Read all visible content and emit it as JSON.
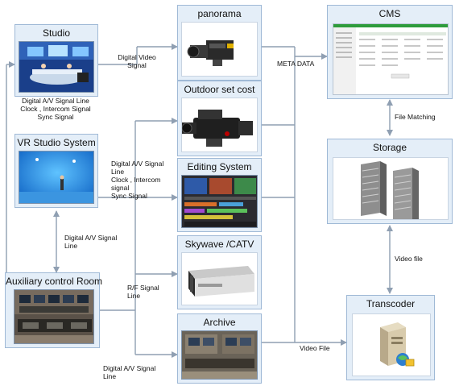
{
  "nodes": {
    "studio": "Studio",
    "vr_studio": "VR Studio  System",
    "aux_control": "Auxiliary control Room",
    "panorama": "panorama",
    "outdoor": "Outdoor set cost",
    "editing": "Editing  System",
    "skywave": "Skywave /CATV",
    "archive": "Archive",
    "cms": "CMS",
    "storage": "Storage",
    "transcoder": "Transcoder"
  },
  "labels": {
    "studio_signals": "Digital A/V Signal Line\nClock , Intercom Signal\nSync Signal",
    "digital_video": "Digital Video\nSignal",
    "meta_data": "META DATA",
    "file_matching": "File Matching",
    "av_signal_block": "Digital A/V Signal\nLine\nClock , Intercom\nsignal\nSync Signal",
    "vr_aux_link": "Digital A/V Signal\nLine",
    "rf_signal": "R/F Signal\nLine",
    "video_file_storage": "Video file",
    "video_file_archive": "Video File",
    "archive_av": "Digital A/V Signal\nLine"
  },
  "colors": {
    "line": "#8f9fb2",
    "node_fill": "#e4eef8",
    "node_border": "#9fb9d6",
    "cms_bar": "#2e9c3c"
  }
}
